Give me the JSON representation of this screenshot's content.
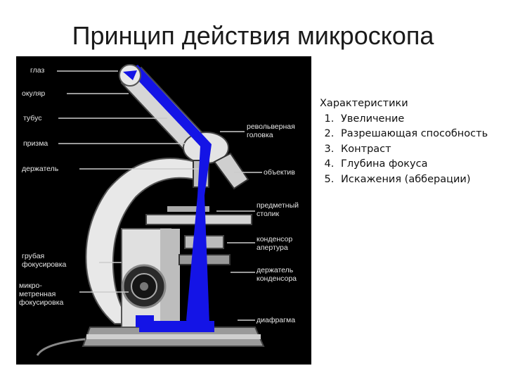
{
  "slide": {
    "title": "Принцип действия микроскопа"
  },
  "diagram": {
    "labels": {
      "eye": "глаз",
      "eyepiece": "окуляр",
      "tube": "тубус",
      "prism": "призма",
      "holder": "держатель",
      "coarse_focus": "грубая\nфокусировка",
      "fine_focus": "микро-\nметренная\nфокусировка",
      "revolver": "револьверная\nголовка",
      "objective": "объектив",
      "stage": "предметный\nстолик",
      "condenser": "конденсор\nапертура",
      "condenser_holder": "держатель\nконденсора",
      "diaphragm": "диафрагма"
    },
    "colors": {
      "light_path": "#1414e6",
      "background": "#000000",
      "body_light": "#e8e8e8",
      "body_mid": "#9a9a9a",
      "body_dark": "#3a3a3a"
    }
  },
  "characteristics": {
    "heading": "Характеристики",
    "items": [
      "Увеличение",
      "Разрешающая способность",
      "Контраст",
      "Глубина фокуса",
      "Искажения (абберации)"
    ]
  }
}
